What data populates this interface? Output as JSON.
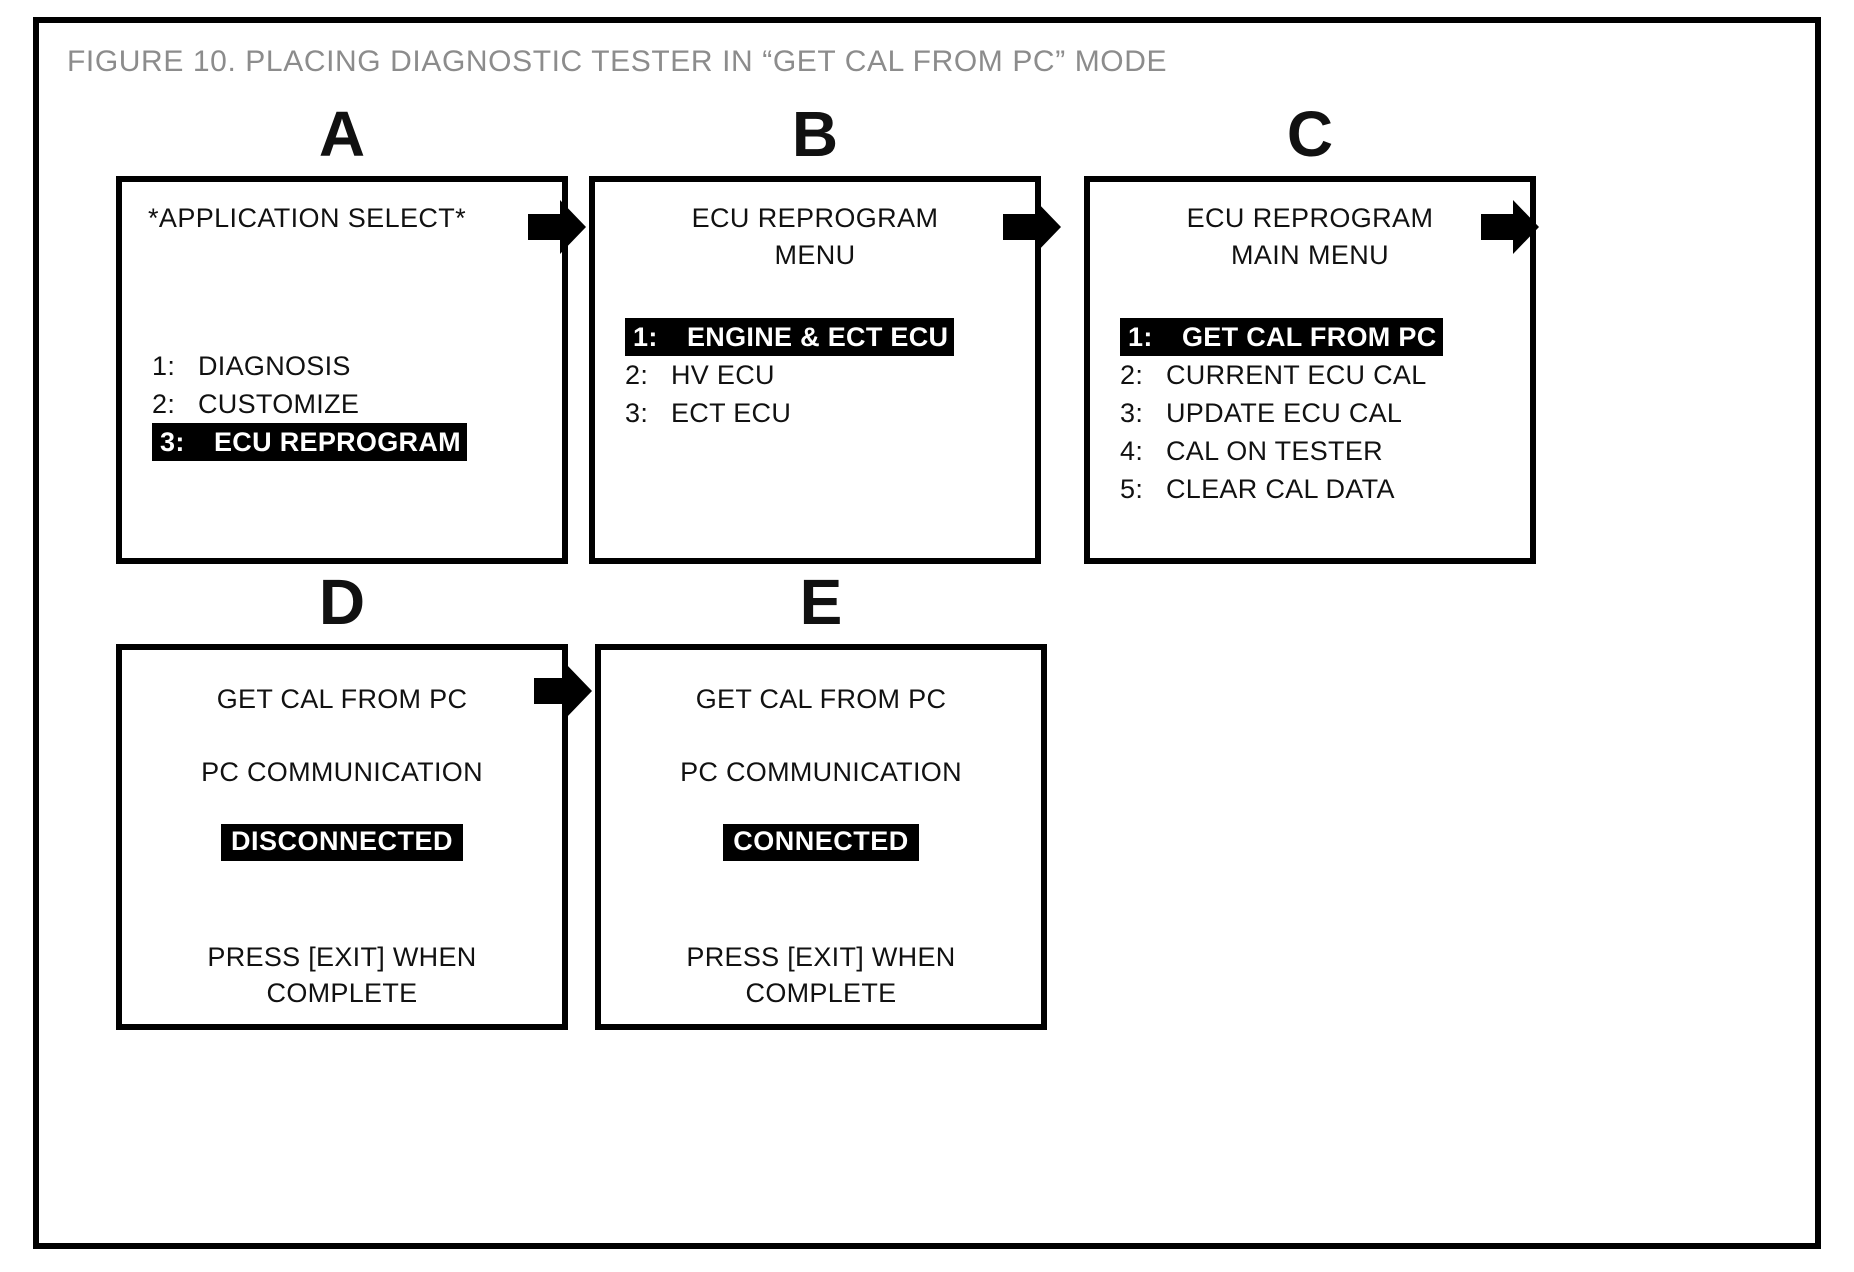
{
  "figure": {
    "caption": "FIGURE 10.  PLACING DIAGNOSTIC TESTER IN “GET CAL FROM PC” MODE",
    "caption_color": "#8c8c8c",
    "border_color": "#000000",
    "background": "#ffffff"
  },
  "colors": {
    "highlight_bg": "#000000",
    "highlight_fg": "#ffffff",
    "text": "#111111",
    "arrow": "#000000"
  },
  "panels": [
    {
      "letter": "A",
      "title_lines": [
        "*APPLICATION SELECT*"
      ],
      "title_align": "left",
      "items": [
        {
          "index": "1:",
          "label": "DIAGNOSIS",
          "selected": false
        },
        {
          "index": "2:",
          "label": "CUSTOMIZE",
          "selected": false
        },
        {
          "index": "3:",
          "label": "ECU REPROGRAM",
          "selected": true
        }
      ]
    },
    {
      "letter": "B",
      "title_lines": [
        "ECU REPROGRAM",
        "MENU"
      ],
      "title_align": "center",
      "items": [
        {
          "index": "1:",
          "label": "ENGINE & ECT ECU",
          "selected": true
        },
        {
          "index": "2:",
          "label": "HV ECU",
          "selected": false
        },
        {
          "index": "3:",
          "label": "ECT ECU",
          "selected": false
        }
      ]
    },
    {
      "letter": "C",
      "title_lines": [
        "ECU REPROGRAM",
        "MAIN MENU"
      ],
      "title_align": "center",
      "items": [
        {
          "index": "1:",
          "label": "GET CAL FROM PC",
          "selected": true
        },
        {
          "index": "2:",
          "label": "CURRENT ECU CAL",
          "selected": false
        },
        {
          "index": "3:",
          "label": "UPDATE ECU CAL",
          "selected": false
        },
        {
          "index": "4:",
          "label": "CAL ON TESTER",
          "selected": false
        },
        {
          "index": "5:",
          "label": "CLEAR CAL DATA",
          "selected": false
        }
      ]
    }
  ],
  "status_panels": [
    {
      "letter": "D",
      "line1": "GET CAL FROM PC",
      "line2": "PC COMMUNICATION",
      "badge": "DISCONNECTED",
      "footer_line1": "PRESS [EXIT] WHEN",
      "footer_line2": "COMPLETE"
    },
    {
      "letter": "E",
      "line1": "GET CAL FROM PC",
      "line2": "PC COMMUNICATION",
      "badge": "CONNECTED",
      "footer_line1": "PRESS [EXIT] WHEN",
      "footer_line2": "COMPLETE"
    }
  ],
  "arrows": [
    {
      "name": "arrow-a-to-b"
    },
    {
      "name": "arrow-b-to-c"
    },
    {
      "name": "arrow-c-to-d"
    },
    {
      "name": "arrow-d-to-e"
    }
  ]
}
